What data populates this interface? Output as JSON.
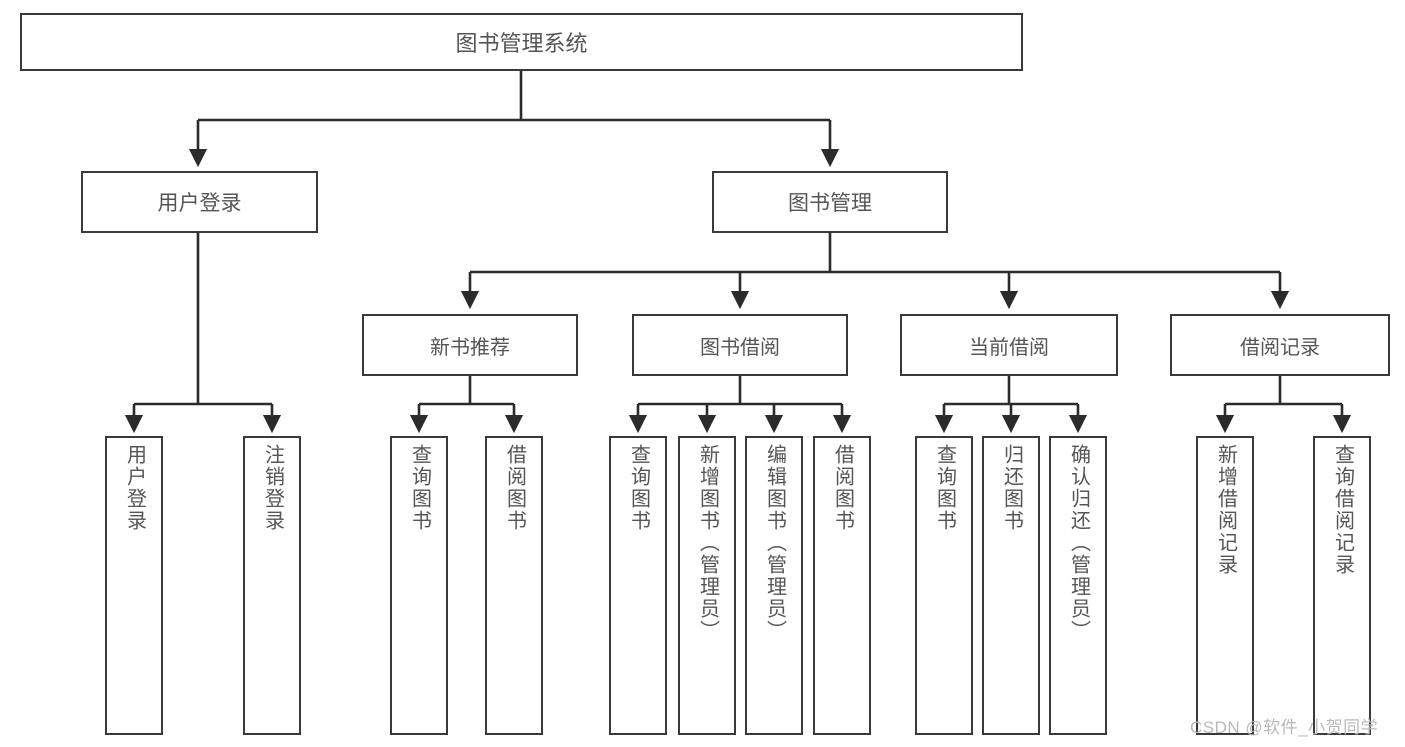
{
  "diagram": {
    "type": "tree-hierarchy-diagram",
    "title": "图书管理系统",
    "colors": {
      "box_border": "#3a3a3a",
      "box_fill": "#ffffff",
      "text": "#555555",
      "edge": "#2b2b2b",
      "watermark": "#b9b9b9",
      "background": "#ffffff"
    },
    "root": {
      "id": "root",
      "label": "图书管理系统",
      "orientation": "horizontal"
    },
    "level1": [
      {
        "id": "user-login",
        "label": "用户登录",
        "orientation": "horizontal"
      },
      {
        "id": "book-management",
        "label": "图书管理",
        "orientation": "horizontal"
      }
    ],
    "level2": [
      {
        "id": "new-book-recommend",
        "label": "新书推荐",
        "parent": "book-management",
        "orientation": "horizontal"
      },
      {
        "id": "book-borrow",
        "label": "图书借阅",
        "parent": "book-management",
        "orientation": "horizontal"
      },
      {
        "id": "current-borrow",
        "label": "当前借阅",
        "parent": "book-management",
        "orientation": "horizontal"
      },
      {
        "id": "borrow-record",
        "label": "借阅记录",
        "parent": "book-management",
        "orientation": "horizontal"
      }
    ],
    "leaves": [
      {
        "id": "leaf-user-login",
        "label": "用户登录",
        "parent": "user-login",
        "orientation": "vertical"
      },
      {
        "id": "leaf-logout-login",
        "label": "注销登录",
        "parent": "user-login",
        "orientation": "vertical"
      },
      {
        "id": "leaf-query-book-recommend",
        "label": "查询图书",
        "parent": "new-book-recommend",
        "orientation": "vertical"
      },
      {
        "id": "leaf-borrow-book-recommend",
        "label": "借阅图书",
        "parent": "new-book-recommend",
        "orientation": "vertical"
      },
      {
        "id": "leaf-query-book-borrow",
        "label": "查询图书",
        "parent": "book-borrow",
        "orientation": "vertical"
      },
      {
        "id": "leaf-add-book-admin",
        "label": "新增图书（管理员）",
        "parent": "book-borrow",
        "orientation": "vertical"
      },
      {
        "id": "leaf-edit-book-admin",
        "label": "编辑图书（管理员）",
        "parent": "book-borrow",
        "orientation": "vertical"
      },
      {
        "id": "leaf-borrow-book",
        "label": "借阅图书",
        "parent": "book-borrow",
        "orientation": "vertical"
      },
      {
        "id": "leaf-query-book-current",
        "label": "查询图书",
        "parent": "current-borrow",
        "orientation": "vertical"
      },
      {
        "id": "leaf-return-book",
        "label": "归还图书",
        "parent": "current-borrow",
        "orientation": "vertical"
      },
      {
        "id": "leaf-confirm-return-admin",
        "label": "确认归还（管理员）",
        "parent": "current-borrow",
        "orientation": "vertical"
      },
      {
        "id": "leaf-add-borrow-record",
        "label": "新增借阅记录",
        "parent": "borrow-record",
        "orientation": "vertical"
      },
      {
        "id": "leaf-query-borrow-record",
        "label": "查询借阅记录",
        "parent": "borrow-record",
        "orientation": "vertical"
      }
    ]
  },
  "watermark": {
    "text": "CSDN @软件_小贺同学"
  }
}
